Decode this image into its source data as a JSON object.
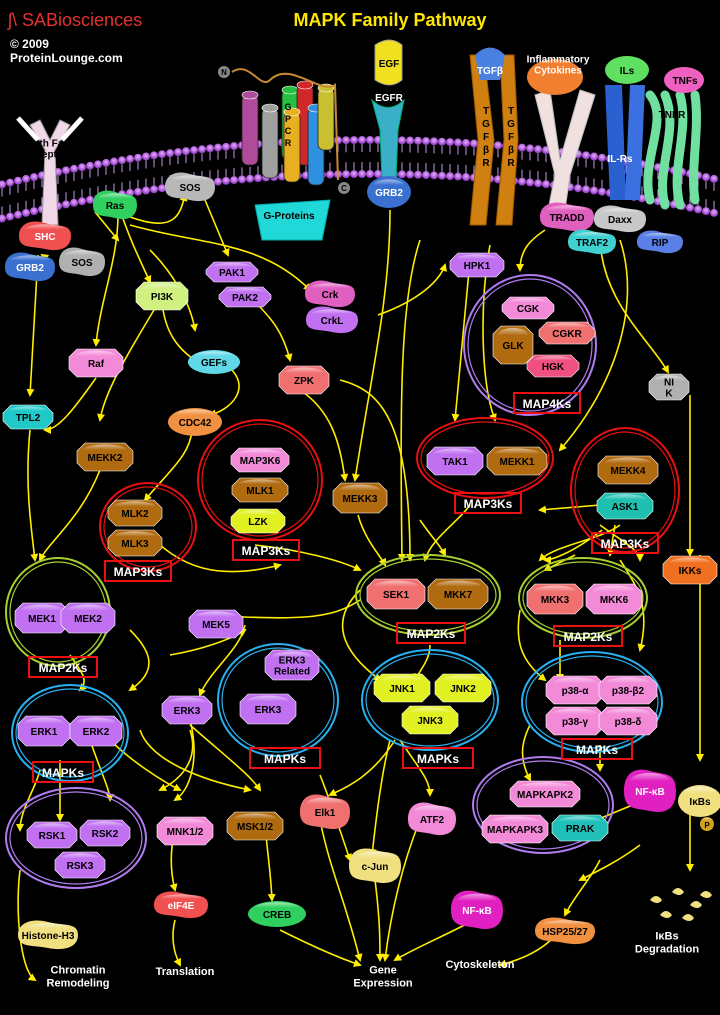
{
  "header": {
    "brand_prefix": "SA",
    "brand_suffix": "Biosciences",
    "copyright": "© 2009",
    "site": "ProteinLounge.com",
    "title": "MAPK Family Pathway"
  },
  "membrane": {
    "labels": {
      "growth_factors": "Growth Factors",
      "gf_receptors": "Growth Factor Receptors",
      "gpcr": "GPCR",
      "g_proteins": "G-Proteins",
      "n_term": "N",
      "c_term": "C",
      "egf": "EGF",
      "egfr": "EGFR",
      "tgfb": "TGFβ",
      "tgfbr": "TGFβR",
      "inflammatory": "Inflammatory Cytokines",
      "ils": "ILs",
      "tnfs": "TNFs",
      "il_rs": "IL-Rs",
      "tnfr": "TNFR"
    }
  },
  "nodes": {
    "shc": "SHC",
    "grb2a": "GRB2",
    "sosa": "SOS",
    "ras": "Ras",
    "sosb": "SOS",
    "pi3k": "PI3K",
    "pak1": "PAK1",
    "pak2": "PAK2",
    "crk": "Crk",
    "crkl": "CrkL",
    "grb2b": "GRB2",
    "hpk1": "HPK1",
    "tradd": "TRADD",
    "daxx": "Daxx",
    "traf2": "TRAF2",
    "rip": "RIP",
    "raf": "Raf",
    "gefs": "GEFs",
    "zpk": "ZPK",
    "cgk": "CGK",
    "cgkr": "CGKR",
    "glk": "GLK",
    "hgk": "HGK",
    "nik": "NIK",
    "tpl2": "TPL2",
    "cdc42": "CDC42",
    "mekk2": "MEKK2",
    "map3k6": "MAP3K6",
    "mlk1": "MLK1",
    "lzk": "LZK",
    "mekk3": "MEKK3",
    "tak1": "TAK1",
    "mekk1": "MEKK1",
    "mekk4": "MEKK4",
    "ask1": "ASK1",
    "mlk2": "MLK2",
    "mlk3": "MLK3",
    "mek1": "MEK1",
    "mek2": "MEK2",
    "mek5": "MEK5",
    "sek1": "SEK1",
    "mkk7": "MKK7",
    "mkk3": "MKK3",
    "mkk6": "MKK6",
    "ikks": "IKKs",
    "erk3rel": "ERK3 Related",
    "erk3a": "ERK3",
    "erk3b": "ERK3",
    "jnk1": "JNK1",
    "jnk2": "JNK2",
    "jnk3": "JNK3",
    "p38a": "p38-α",
    "p38b2": "p38-β2",
    "p38g": "p38-γ",
    "p38d": "p38-δ",
    "erk1": "ERK1",
    "erk2": "ERK2",
    "nfkb1": "NF-κB",
    "ikbs": "IκBs",
    "p": "P",
    "mapkapk2": "MAPKAPK2",
    "mapkapk3": "MAPKAPK3",
    "prak": "PRAK",
    "rsk1": "RSK1",
    "rsk2": "RSK2",
    "rsk3": "RSK3",
    "mnk12": "MNK1/2",
    "msk12": "MSK1/2",
    "elk1": "Elk1",
    "atf2": "ATF2",
    "cjun": "c-Jun",
    "eif4e": "eIF4E",
    "creb": "CREB",
    "nfkb2": "NF-κB",
    "hsp": "HSP25/27",
    "histone": "Histone-H3"
  },
  "boxes": {
    "map4ks": "MAP4Ks",
    "map3ks_a": "MAP3Ks",
    "map3ks_b": "MAP3Ks",
    "map3ks_c": "MAP3Ks",
    "map3ks_d": "MAP3Ks",
    "map2ks_a": "MAP2Ks",
    "map2ks_b": "MAP2Ks",
    "map2ks_c": "MAP2Ks",
    "mapks_a": "MAPKs",
    "mapks_b": "MAPKs",
    "mapks_c": "MAPKs",
    "mapks_d": "MAPKs"
  },
  "outcomes": {
    "chromatin": "Chromatin Remodeling",
    "translation": "Translation",
    "gene_expression": "Gene Expression",
    "cytoskeleton": "Cytoskeleton",
    "ikb_degradation": "IκBs Degradation"
  },
  "colors": {
    "arrow": "#ffee00",
    "ring_purple": "#b07cf0",
    "ring_red": "#e81010",
    "ring_green": "#a8d030",
    "ring_blue": "#28b0f0"
  }
}
